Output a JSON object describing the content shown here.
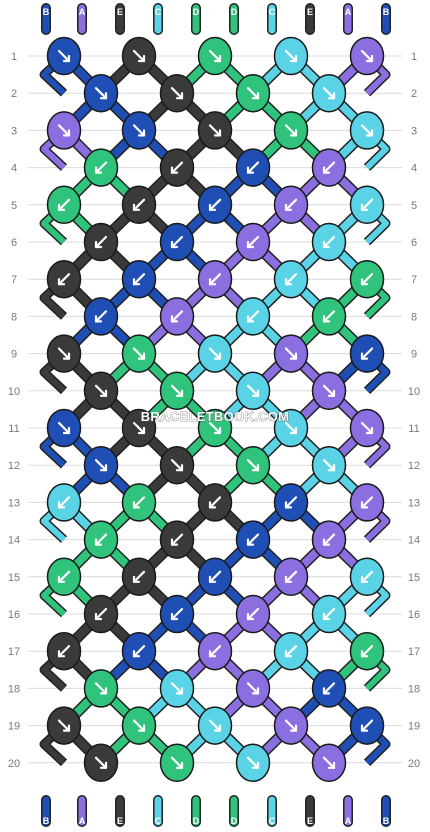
{
  "watermark": "BRACELETBOOK.COM",
  "row_numbers": [
    "1",
    "2",
    "3",
    "4",
    "5",
    "6",
    "7",
    "8",
    "9",
    "10",
    "11",
    "12",
    "13",
    "14",
    "15",
    "16",
    "17",
    "18",
    "19",
    "20"
  ],
  "colors": {
    "A": "#8b6fe0",
    "B": "#1f4fb4",
    "C": "#5ad3e6",
    "D": "#2fc37c",
    "E": "#3a3a3a"
  },
  "top_strands": [
    "B",
    "A",
    "E",
    "C",
    "D",
    "D",
    "C",
    "E",
    "A",
    "B"
  ],
  "bottom_strands": [
    "B",
    "A",
    "E",
    "C",
    "D",
    "D",
    "C",
    "E",
    "A",
    "B"
  ],
  "rows": [
    [
      {
        "c": "B",
        "d": "se"
      },
      {
        "c": "E",
        "d": "se"
      },
      {
        "c": "D",
        "d": "se"
      },
      {
        "c": "C",
        "d": "se"
      },
      {
        "c": "A",
        "d": "se"
      }
    ],
    [
      {
        "c": "B",
        "d": "se"
      },
      {
        "c": "E",
        "d": "se"
      },
      {
        "c": "D",
        "d": "se"
      },
      {
        "c": "C",
        "d": "se"
      }
    ],
    [
      {
        "c": "A",
        "d": "se"
      },
      {
        "c": "B",
        "d": "se"
      },
      {
        "c": "E",
        "d": "se"
      },
      {
        "c": "D",
        "d": "se"
      },
      {
        "c": "C",
        "d": "se"
      }
    ],
    [
      {
        "c": "D",
        "d": "sw"
      },
      {
        "c": "E",
        "d": "sw"
      },
      {
        "c": "B",
        "d": "sw"
      },
      {
        "c": "A",
        "d": "sw"
      }
    ],
    [
      {
        "c": "D",
        "d": "sw"
      },
      {
        "c": "E",
        "d": "sw"
      },
      {
        "c": "B",
        "d": "sw"
      },
      {
        "c": "A",
        "d": "sw"
      },
      {
        "c": "C",
        "d": "sw"
      }
    ],
    [
      {
        "c": "E",
        "d": "sw"
      },
      {
        "c": "B",
        "d": "sw"
      },
      {
        "c": "A",
        "d": "sw"
      },
      {
        "c": "C",
        "d": "sw"
      }
    ],
    [
      {
        "c": "E",
        "d": "sw"
      },
      {
        "c": "B",
        "d": "sw"
      },
      {
        "c": "A",
        "d": "sw"
      },
      {
        "c": "C",
        "d": "sw"
      },
      {
        "c": "D",
        "d": "sw"
      }
    ],
    [
      {
        "c": "B",
        "d": "sw"
      },
      {
        "c": "A",
        "d": "sw"
      },
      {
        "c": "C",
        "d": "sw"
      },
      {
        "c": "D",
        "d": "sw"
      }
    ],
    [
      {
        "c": "E",
        "d": "se"
      },
      {
        "c": "D",
        "d": "se"
      },
      {
        "c": "C",
        "d": "se"
      },
      {
        "c": "A",
        "d": "se"
      },
      {
        "c": "B",
        "d": "sw"
      }
    ],
    [
      {
        "c": "E",
        "d": "se"
      },
      {
        "c": "D",
        "d": "se"
      },
      {
        "c": "C",
        "d": "se"
      },
      {
        "c": "A",
        "d": "se"
      }
    ],
    [
      {
        "c": "B",
        "d": "se"
      },
      {
        "c": "E",
        "d": "se"
      },
      {
        "c": "D",
        "d": "se"
      },
      {
        "c": "C",
        "d": "se"
      },
      {
        "c": "A",
        "d": "se"
      }
    ],
    [
      {
        "c": "B",
        "d": "se"
      },
      {
        "c": "E",
        "d": "se"
      },
      {
        "c": "D",
        "d": "se"
      },
      {
        "c": "C",
        "d": "se"
      }
    ],
    [
      {
        "c": "C",
        "d": "sw"
      },
      {
        "c": "D",
        "d": "sw"
      },
      {
        "c": "E",
        "d": "sw"
      },
      {
        "c": "B",
        "d": "sw"
      },
      {
        "c": "A",
        "d": "sw"
      }
    ],
    [
      {
        "c": "D",
        "d": "sw"
      },
      {
        "c": "E",
        "d": "sw"
      },
      {
        "c": "B",
        "d": "sw"
      },
      {
        "c": "A",
        "d": "sw"
      }
    ],
    [
      {
        "c": "D",
        "d": "sw"
      },
      {
        "c": "E",
        "d": "sw"
      },
      {
        "c": "B",
        "d": "sw"
      },
      {
        "c": "A",
        "d": "sw"
      },
      {
        "c": "C",
        "d": "sw"
      }
    ],
    [
      {
        "c": "E",
        "d": "sw"
      },
      {
        "c": "B",
        "d": "sw"
      },
      {
        "c": "A",
        "d": "sw"
      },
      {
        "c": "C",
        "d": "sw"
      }
    ],
    [
      {
        "c": "E",
        "d": "sw"
      },
      {
        "c": "B",
        "d": "sw"
      },
      {
        "c": "A",
        "d": "sw"
      },
      {
        "c": "C",
        "d": "sw"
      },
      {
        "c": "D",
        "d": "sw"
      }
    ],
    [
      {
        "c": "D",
        "d": "se"
      },
      {
        "c": "C",
        "d": "se"
      },
      {
        "c": "A",
        "d": "se"
      },
      {
        "c": "B",
        "d": "sw"
      }
    ],
    [
      {
        "c": "E",
        "d": "se"
      },
      {
        "c": "D",
        "d": "se"
      },
      {
        "c": "C",
        "d": "se"
      },
      {
        "c": "A",
        "d": "se"
      },
      {
        "c": "B",
        "d": "sw"
      }
    ],
    [
      {
        "c": "E",
        "d": "se"
      },
      {
        "c": "D",
        "d": "se"
      },
      {
        "c": "C",
        "d": "se"
      },
      {
        "c": "A",
        "d": "se"
      }
    ]
  ]
}
